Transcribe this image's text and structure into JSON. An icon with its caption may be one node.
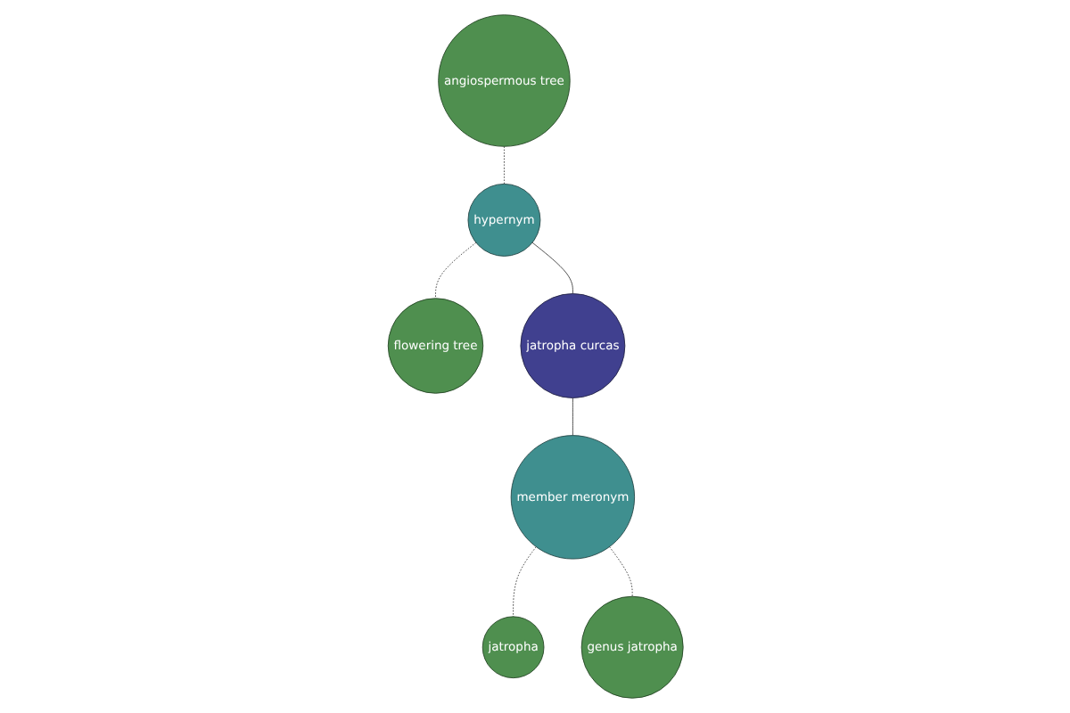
{
  "diagram": {
    "nodes": [
      {
        "text": [
          "angiospermous tree"
        ]
      },
      {
        "text": [
          "hypernym"
        ]
      },
      {
        "text": [
          "flowering tree"
        ]
      },
      {
        "text": [
          "jatropha curcas"
        ]
      },
      {
        "text": [
          "member meronym"
        ]
      },
      {
        "text": [
          "jatropha"
        ]
      },
      {
        "text": [
          "genus jatropha"
        ]
      }
    ],
    "edges": [
      {
        "from": 0,
        "to": 1,
        "arrow": "none",
        "style": "dashed"
      },
      {
        "from": 1,
        "to": 2,
        "arrow": "none",
        "style": "dashed"
      },
      {
        "from": 1,
        "to": 3,
        "arrow": "none"
      },
      {
        "from": 3,
        "to": 4,
        "arrow": "none"
      },
      {
        "from": 4,
        "to": 5,
        "arrow": "none",
        "style": "dashed"
      },
      {
        "from": 4,
        "to": 6,
        "arrow": "none",
        "style": "dashed"
      }
    ]
  }
}
